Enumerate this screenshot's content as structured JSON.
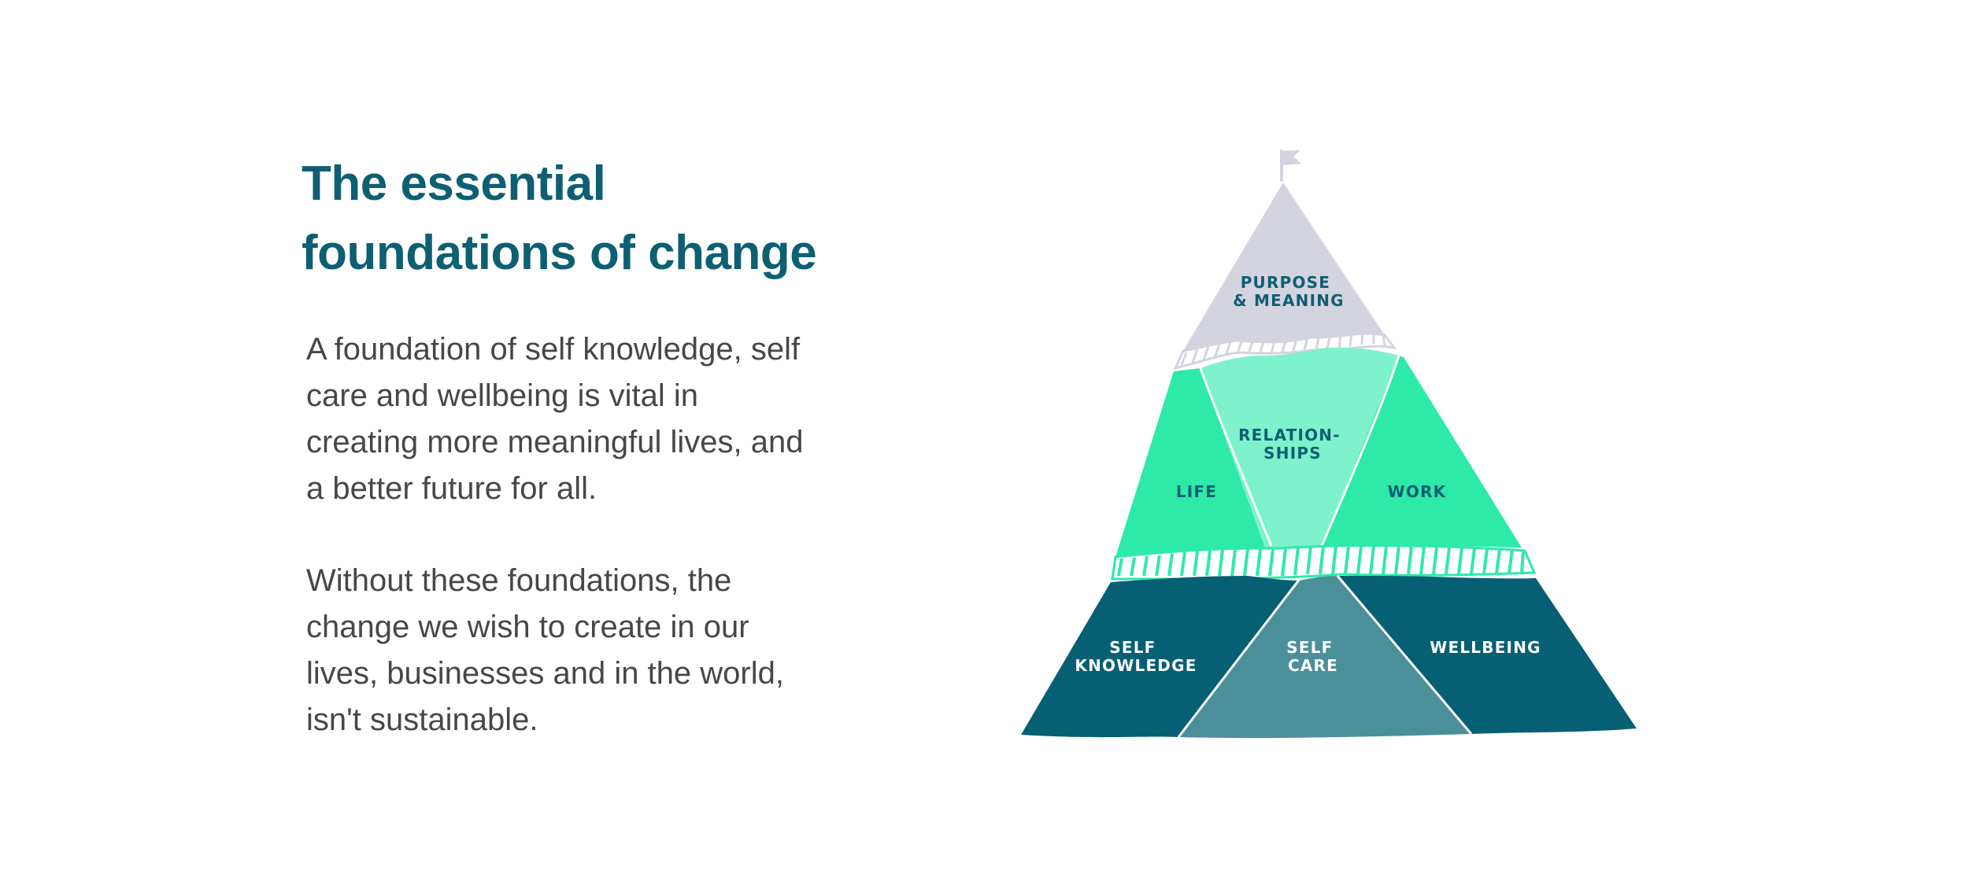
{
  "heading": {
    "lines": [
      "The essential",
      "foundations of change"
    ]
  },
  "paragraphs": [
    {
      "lines": [
        "A foundation of self knowledge, self",
        "care and wellbeing is vital in",
        "creating more meaningful lives, and",
        "a better future for all."
      ]
    },
    {
      "lines": [
        "Without these foundations, the",
        "change we wish to create in our",
        "lives, businesses and in the world,",
        "isn't sustainable."
      ]
    }
  ],
  "pyramid": {
    "top": {
      "label_lines": [
        "PURPOSE",
        "& MEANING"
      ],
      "color": "#d4d3e0",
      "text_color": "#0e5f72"
    },
    "middle": {
      "life": {
        "label": "LIFE",
        "color": "#2deaa8",
        "text_color": "#0e5f72"
      },
      "relationships": {
        "label_lines": [
          "RELATION-",
          "SHIPS"
        ],
        "color": "#7df2cc",
        "text_color": "#0e5f72"
      },
      "work": {
        "label": "WORK",
        "color": "#2deaa8",
        "text_color": "#0e5f72"
      }
    },
    "bottom": {
      "self_knowledge": {
        "label_lines": [
          "SELF",
          "KNOWLEDGE"
        ],
        "color": "#065f73",
        "text_color": "#ffffff"
      },
      "self_care": {
        "label_lines": [
          "SELF",
          "CARE"
        ],
        "color": "#4b8f9a",
        "text_color": "#ffffff"
      },
      "wellbeing": {
        "label": "WELLBEING",
        "color": "#065f73",
        "text_color": "#ffffff"
      }
    },
    "flag_color": "#d4d3e0"
  }
}
